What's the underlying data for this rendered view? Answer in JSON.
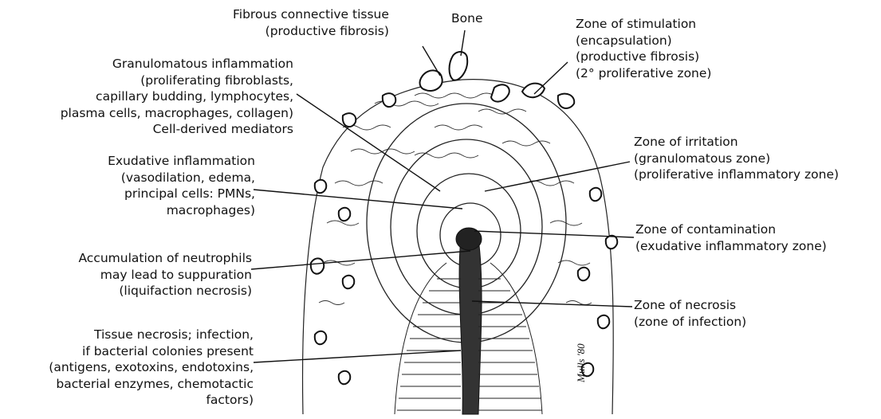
{
  "labels": {
    "fibrous": "Fibrous connective tissue\n(productive fibrosis)",
    "bone": "Bone",
    "stimulation": "Zone of stimulation\n(encapsulation)\n(productive fibrosis)\n(2° proliferative zone)",
    "granulomatous": "Granulomatous inflammation\n(proliferating fibroblasts,\ncapillary budding, lymphocytes,\nplasma cells, macrophages, collagen)\nCell-derived mediators",
    "exudative": "Exudative inflammation\n(vasodilation, edema,\nprincipal cells: PMNs,\nmacrophages)",
    "irritation": "Zone of irritation\n(granulomatous zone)\n(proliferative inflammatory zone)",
    "contamination": "Zone of contamination\n(exudative inflammatory zone)",
    "neutrophils": "Accumulation of neutrophils\nmay lead to suppuration\n(liquifaction necrosis)",
    "necrosis": "Zone of necrosis\n(zone of infection)",
    "tissue_necrosis": "Tissue necrosis; infection,\nif bacterial colonies present\n(antigens, exotoxins, endotoxins,\nbacterial enzymes, chemotactic\nfactors)"
  },
  "signature": "Mulls '80"
}
